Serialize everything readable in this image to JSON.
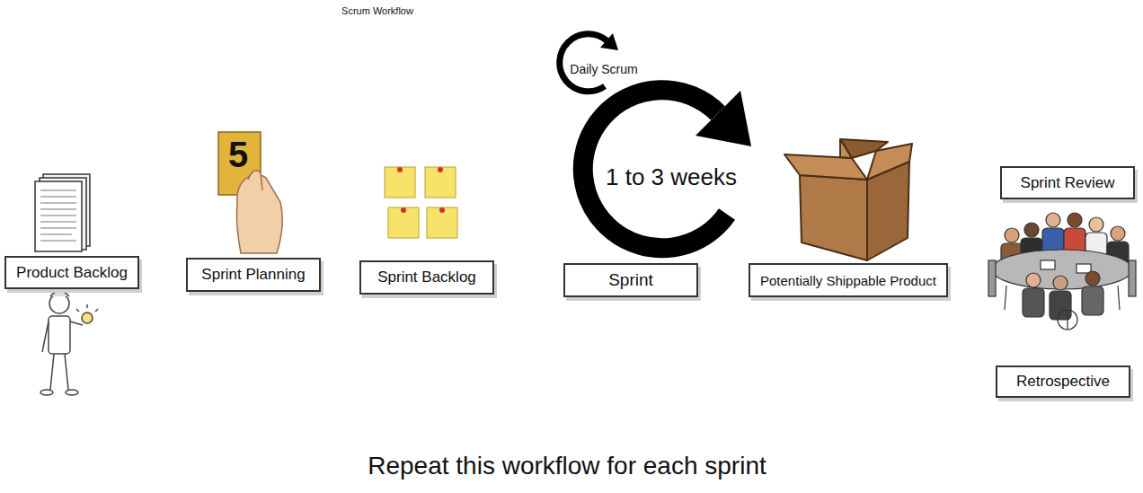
{
  "diagram": {
    "title": "Scrum Workflow",
    "caption": "Repeat this workflow for each sprint",
    "nodes": [
      {
        "text": [
          "Product Backlog"
        ]
      },
      {
        "text": [
          "Sprint Planning"
        ]
      },
      {
        "text": [
          "Sprint Backlog"
        ]
      },
      {
        "text": [
          "Sprint"
        ]
      },
      {
        "text": [
          "Potentially Shippable Product"
        ]
      },
      {
        "text": [
          "Sprint Review"
        ]
      },
      {
        "text": [
          "Retrospective"
        ]
      }
    ],
    "labels": [
      "Daily Scrum",
      "5",
      "1 to 3 weeks"
    ]
  }
}
